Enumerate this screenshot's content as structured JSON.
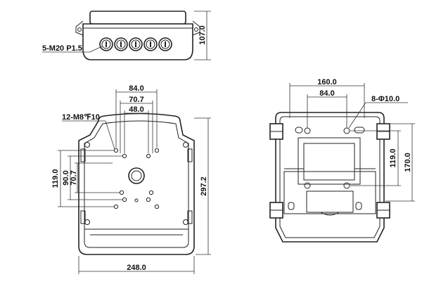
{
  "top_view": {
    "glands_label": "5-M20 P1.5",
    "height_label": "107.0"
  },
  "front_view": {
    "width_84": "84.0",
    "width_70": "70.7",
    "width_48": "48.0",
    "holes_label": "12-M8℉10",
    "height_119": "119.0",
    "height_90": "90.0",
    "height_70": "70.7",
    "height_297": "297.2",
    "width_248": "248.0"
  },
  "back_view": {
    "width_160": "160.0",
    "width_84": "84.0",
    "holes_label": "8-Φ10.0",
    "height_119": "119.0",
    "height_170": "170.0"
  }
}
